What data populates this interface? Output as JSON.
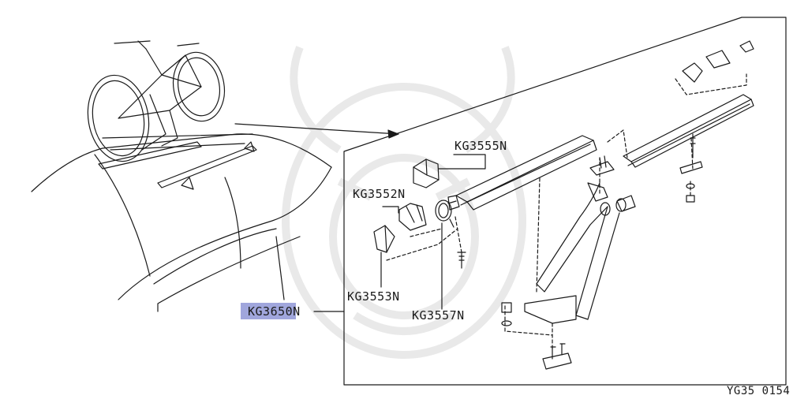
{
  "labels": {
    "kg3555": "KG3555N",
    "kg3552": "KG3552N",
    "kg3553": "KG3553N",
    "kg3557": "KG3557N",
    "kg3650": "KG3650N"
  },
  "figure_code": "YG35 0154",
  "colors": {
    "line": "#1a1a1a",
    "highlight": "#8f97d6",
    "watermark": "#e6e6e6"
  },
  "highlighted_part": "KG3650N",
  "icons": [
    "bicycle-drawing",
    "car-roof-drawing",
    "roof-rack-exploded-view"
  ]
}
